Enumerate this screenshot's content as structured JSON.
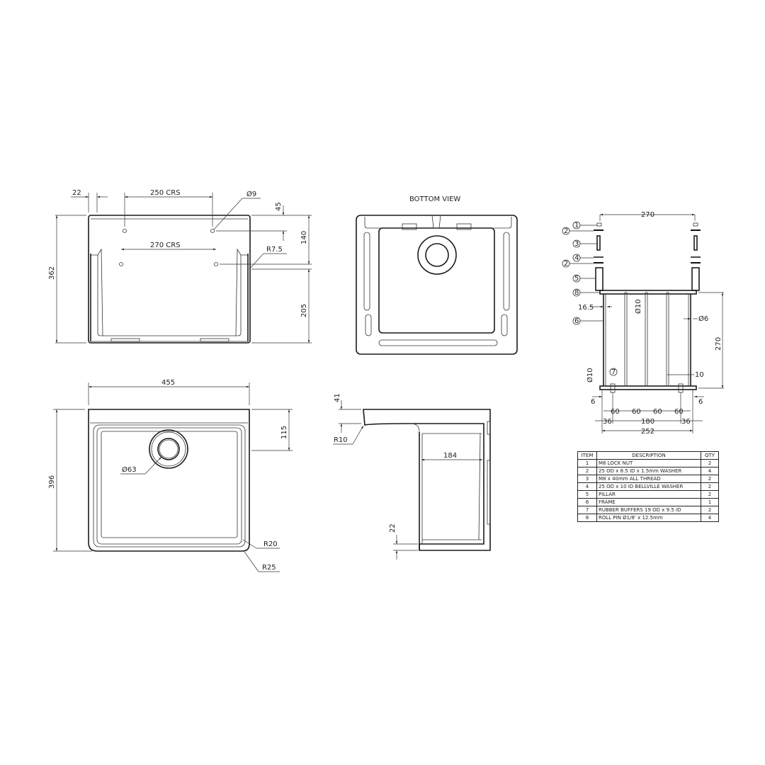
{
  "drawing": {
    "views": {
      "front_section": {
        "dims": {
          "d22": "22",
          "d250": "250 CRS",
          "dia9": "Ø9",
          "d45": "45",
          "d362": "362",
          "d270": "270 CRS",
          "r75": "R7.5",
          "d140": "140",
          "d205": "205"
        }
      },
      "bottom_view": {
        "title": "BOTTOM VIEW"
      },
      "top_view": {
        "dims": {
          "d455": "455",
          "d396": "396",
          "d115": "115",
          "dia63": "Ø63",
          "r20": "R20",
          "r25": "R25"
        }
      },
      "side_section": {
        "dims": {
          "d41": "41",
          "r10": "R10",
          "d184": "184",
          "d22": "22"
        }
      },
      "bracket": {
        "dims": {
          "d270top": "270",
          "d165": "16.5",
          "dia10a": "Ø10",
          "dia6": "Ø6",
          "d270side": "270",
          "dia10b": "Ø10",
          "d10": "10",
          "d6l": "6",
          "d6r": "6",
          "d60a": "60",
          "d60b": "60",
          "d60c": "60",
          "d60d": "60",
          "d36l": "36",
          "d180": "180",
          "d36r": "36",
          "d252": "252"
        },
        "balloons": [
          "1",
          "2",
          "3",
          "4",
          "2",
          "5",
          "8",
          "6",
          "7"
        ]
      }
    },
    "bom": {
      "headers": {
        "item": "ITEM",
        "description": "DESCRIPTION",
        "qty": "QTY"
      },
      "rows": [
        {
          "item": "1",
          "description": "M8 LOCK NUT",
          "qty": "2"
        },
        {
          "item": "2",
          "description": "25 OD x 8.5 ID x 1.5mm WASHER",
          "qty": "4"
        },
        {
          "item": "3",
          "description": "M8 x 40mm ALL THREAD",
          "qty": "2"
        },
        {
          "item": "4",
          "description": "25 OD x 10 ID BELLVILLE WASHER",
          "qty": "2"
        },
        {
          "item": "5",
          "description": "PILLAR",
          "qty": "2"
        },
        {
          "item": "6",
          "description": "FRAME",
          "qty": "1"
        },
        {
          "item": "7",
          "description": "RUBBER BUFFERS 19 OD x 9.5 ID",
          "qty": "2"
        },
        {
          "item": "8",
          "description": "ROLL PIN Ø1/8' x 12.5mm",
          "qty": "4"
        }
      ]
    }
  }
}
